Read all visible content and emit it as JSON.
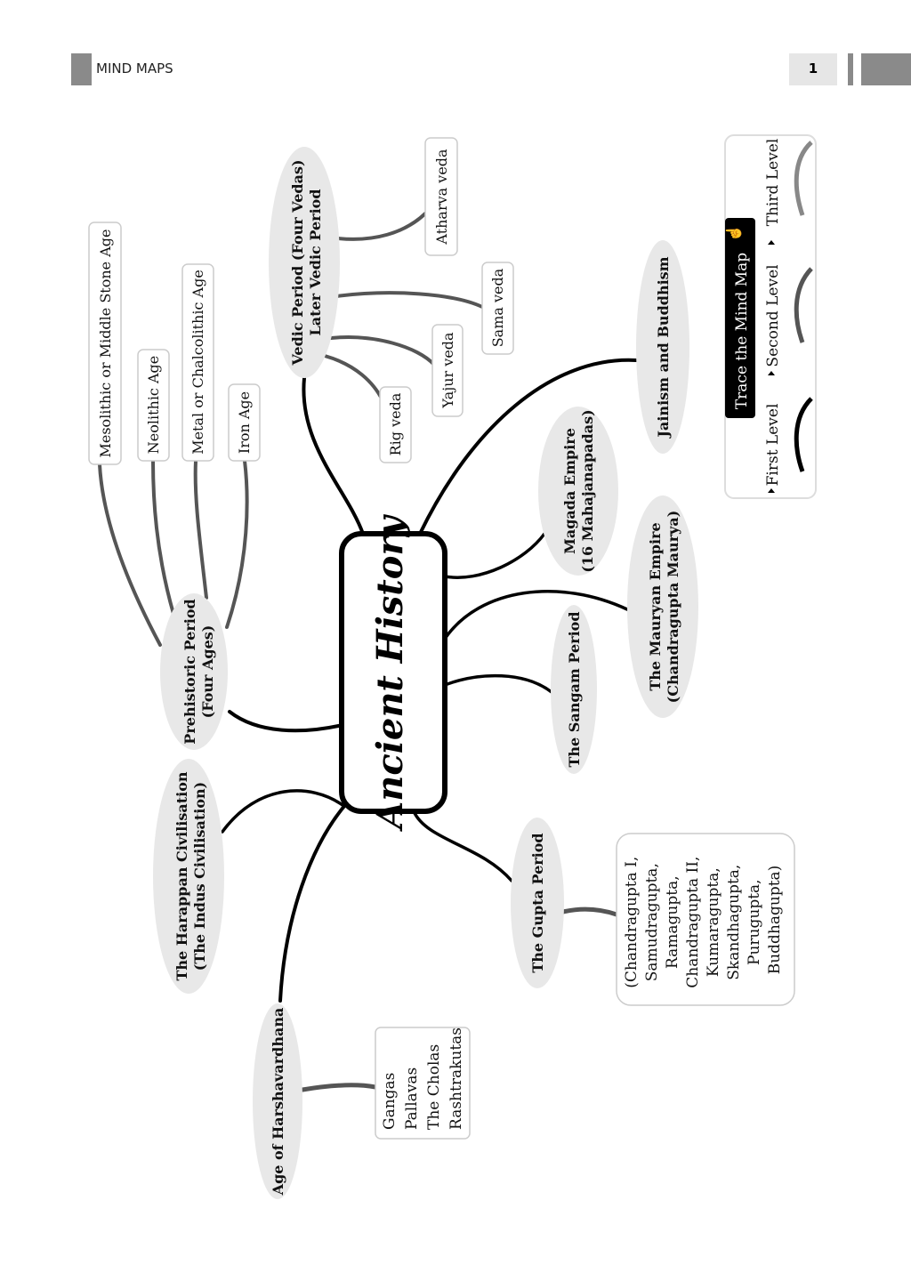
{
  "header": {
    "title": "MIND MAPS",
    "page_number": "1"
  },
  "center": {
    "title": "Ancient History"
  },
  "branches": {
    "prehistoric": [
      "Prehistoric Period",
      "(Four Ages)"
    ],
    "harappan": [
      "The Harappan Civilisation",
      "(The Indus Civilisation)"
    ],
    "harsha": [
      "Age of Harshavardhana"
    ],
    "vedic": [
      "Vedic Period (Four Vedas)",
      "Later Vedic Period"
    ],
    "magada": [
      "Magada Empire",
      "(16 Mahajanapadas)"
    ],
    "mauryan": [
      "The Mauryan Empire",
      "(Chandragupta Maurya)"
    ],
    "sangam": [
      "The Sangam Period"
    ],
    "gupta": [
      "The Gupta Period"
    ],
    "jainism": [
      "Jainism and Buddhism"
    ]
  },
  "leaves": {
    "mesolithic": "Mesolithic or Middle Stone Age",
    "neolithic": "Neolithic Age",
    "metal": "Metal or Chalcolithic Age",
    "iron": "Iron Age",
    "rig": "Rig veda",
    "yajur": "Yajur veda",
    "sama": "Sama veda",
    "atharva": "Atharva veda",
    "gupta_list": [
      "(Chandragupta I,",
      "Samudragupta,",
      "Ramagupta,",
      "Chandragupta II,",
      "Kumaragupta,",
      "Skandhagupta,",
      "Purugupta,",
      "Buddhagupta)"
    ],
    "harsha_list": [
      "Gangas",
      "Pallavas",
      "The Cholas",
      "Rashtrakutas"
    ]
  },
  "legend": {
    "title": "Trace the Mind Map",
    "levels": [
      "First Level",
      "Second Level",
      "Third Level"
    ],
    "colors": [
      "#000000",
      "#555555",
      "#888888"
    ]
  }
}
